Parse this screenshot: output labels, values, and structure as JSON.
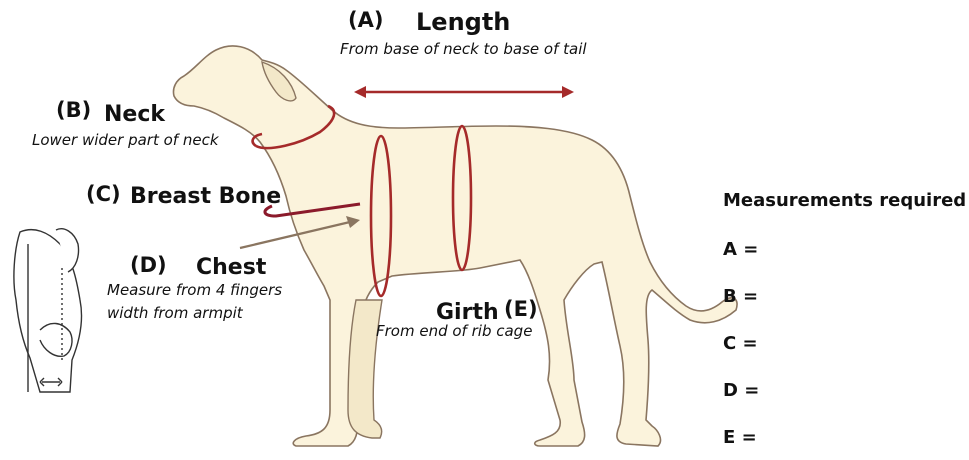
{
  "labels": {
    "length": {
      "letter": "(A)",
      "title": "Length",
      "desc": "From base of neck to base of tail"
    },
    "neck": {
      "letter": "(B)",
      "title": "Neck",
      "desc": "Lower wider part of neck"
    },
    "breast_bone": {
      "letter": "(C)",
      "title": "Breast Bone"
    },
    "chest": {
      "letter": "(D)",
      "title": "Chest",
      "desc_line1": "Measure from 4 fingers",
      "desc_line2": "width from armpit"
    },
    "girth": {
      "title": "Girth",
      "letter": "(E)",
      "desc": "From end of rib cage"
    }
  },
  "measurements": {
    "heading": "Measurements required",
    "fields": [
      "A =",
      "B =",
      "C =",
      "D =",
      "E ="
    ]
  },
  "colors": {
    "dog_fill": "#fbf3dc",
    "outline": "#8a7560",
    "measure_red": "#a52a2a",
    "breast_line": "#8b1a2b"
  }
}
